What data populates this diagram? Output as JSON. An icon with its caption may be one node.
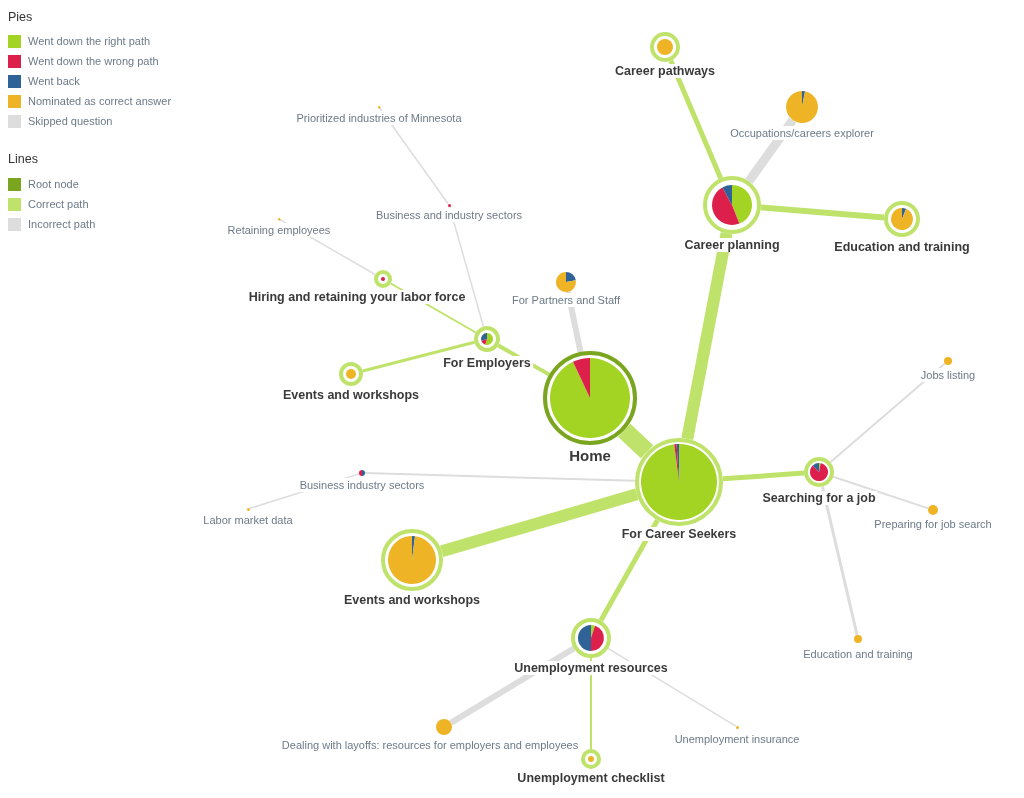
{
  "diagram": {
    "nodes": [
      {
        "text": [
          "Home"
        ]
      },
      {
        "text": [
          "For Career Seekers"
        ]
      },
      {
        "text": [
          "Career planning"
        ]
      },
      {
        "text": [
          "Career pathways"
        ]
      },
      {
        "text": [
          "Occupations/careers explorer"
        ]
      },
      {
        "text": [
          "Education and training"
        ]
      },
      {
        "text": [
          "Searching for a job"
        ]
      },
      {
        "text": [
          "Jobs listing"
        ]
      },
      {
        "text": [
          "Preparing for job search"
        ]
      },
      {
        "text": [
          "Education and training"
        ]
      },
      {
        "text": [
          "Unemployment resources"
        ]
      },
      {
        "text": [
          "Dealing with layoffs: resources for employers and employees"
        ]
      },
      {
        "text": [
          "Unemployment checklist"
        ]
      },
      {
        "text": [
          "Unemployment insurance"
        ]
      },
      {
        "text": [
          "Events and workshops"
        ]
      },
      {
        "text": [
          "Business industry sectors"
        ]
      },
      {
        "text": [
          "Labor market data"
        ]
      },
      {
        "text": [
          "For Partners and Staff"
        ]
      },
      {
        "text": [
          "For Employers"
        ]
      },
      {
        "text": [
          "Events and workshops"
        ]
      },
      {
        "text": [
          "Hiring and retaining your labor force"
        ]
      },
      {
        "text": [
          "Retaining employees"
        ]
      },
      {
        "text": [
          "Business and industry sectors"
        ]
      },
      {
        "text": [
          "Prioritized industries of Minnesota"
        ]
      }
    ],
    "edges": [
      {
        "from": 0,
        "to": 1,
        "arrow": "none",
        "style": "thick",
        "color": "#bfe36a"
      },
      {
        "from": 0,
        "to": 17,
        "arrow": "none",
        "style": "thick"
      },
      {
        "from": 0,
        "to": 18,
        "arrow": "none",
        "color": "#bfe36a"
      },
      {
        "from": 1,
        "to": 2,
        "arrow": "none",
        "style": "thick",
        "color": "#bfe36a"
      },
      {
        "from": 2,
        "to": 3,
        "arrow": "none",
        "color": "#bfe36a"
      },
      {
        "from": 2,
        "to": 4,
        "arrow": "none",
        "style": "thick"
      },
      {
        "from": 2,
        "to": 5,
        "arrow": "none",
        "style": "thick",
        "color": "#bfe36a"
      },
      {
        "from": 1,
        "to": 6,
        "arrow": "none",
        "color": "#bfe36a"
      },
      {
        "from": 6,
        "to": 7,
        "arrow": "none"
      },
      {
        "from": 6,
        "to": 8,
        "arrow": "none"
      },
      {
        "from": 6,
        "to": 9,
        "arrow": "none"
      },
      {
        "from": 1,
        "to": 10,
        "arrow": "none",
        "color": "#bfe36a"
      },
      {
        "from": 10,
        "to": 11,
        "arrow": "none",
        "style": "thick"
      },
      {
        "from": 10,
        "to": 12,
        "arrow": "none",
        "color": "#bfe36a"
      },
      {
        "from": 10,
        "to": 13,
        "arrow": "none"
      },
      {
        "from": 1,
        "to": 14,
        "arrow": "none",
        "style": "thick",
        "color": "#bfe36a"
      },
      {
        "from": 1,
        "to": 15,
        "arrow": "none"
      },
      {
        "from": 15,
        "to": 16,
        "arrow": "none"
      },
      {
        "from": 18,
        "to": 19,
        "arrow": "none",
        "color": "#bfe36a"
      },
      {
        "from": 18,
        "to": 20,
        "arrow": "none",
        "color": "#bfe36a"
      },
      {
        "from": 20,
        "to": 21,
        "arrow": "none"
      },
      {
        "from": 18,
        "to": 22,
        "arrow": "none"
      },
      {
        "from": 22,
        "to": 23,
        "arrow": "none"
      }
    ],
    "labels": [
      "Pies",
      "Lines"
    ],
    "legend": [
      {
        "text": "Went down the right path",
        "color": "#a3d323"
      },
      {
        "text": "Went down the wrong path",
        "color": "#dc1f4b"
      },
      {
        "text": "Went back",
        "color": "#2f6398"
      },
      {
        "text": "Nominated as correct answer",
        "color": "#efb426"
      },
      {
        "text": "Skipped question",
        "color": "#dddddd"
      },
      {
        "text": "Root node",
        "color": "#7aa51f"
      },
      {
        "text": "Correct path",
        "color": "#bfe36a"
      },
      {
        "text": "Incorrect path",
        "color": "#dddddd"
      }
    ]
  }
}
